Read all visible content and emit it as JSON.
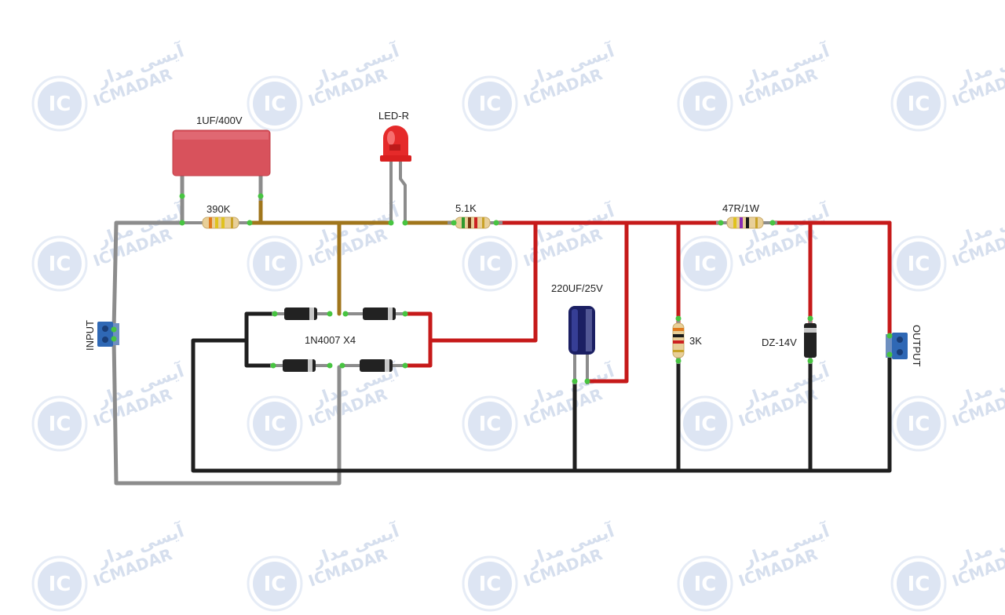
{
  "watermark": {
    "brand_latin": "ICMADAR",
    "brand_persian": "آیسی مدار",
    "logo_text": "IC"
  },
  "labels": {
    "capacitor_film": "1UF/400V",
    "resistor_input": "390K",
    "led": "LED-R",
    "resistor_led": "5.1K",
    "resistor_out": "47R/1W",
    "capacitor_elec": "220UF/25V",
    "diodes": "1N4007 X4",
    "resistor_3k": "3K",
    "zener": "DZ-14V",
    "input_terminal": "INPUT",
    "output_terminal": "OUTPUT"
  },
  "colors": {
    "wire_gray": "#8c8c8c",
    "wire_brown": "#a0761c",
    "wire_red": "#c61a1a",
    "wire_black": "#1f1f1f",
    "pin_green": "#47c441",
    "film_cap": "#d8525c",
    "led": "#e52a2a",
    "elec_cap": "#1b1f63",
    "terminal": "#2f68b5",
    "diode_body": "#222222"
  }
}
